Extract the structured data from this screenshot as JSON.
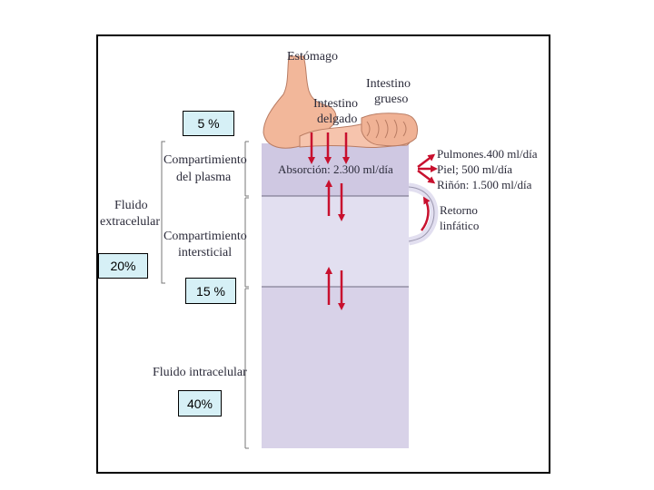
{
  "organs": {
    "stomach": "Estómago",
    "large_intestine_line1": "Intestino",
    "large_intestine_line2": "grueso",
    "small_intestine_line1": "Intestino",
    "small_intestine_line2": "delgado"
  },
  "compartments": {
    "plasma_line1": "Compartimiento",
    "plasma_line2": "del plasma",
    "interstitial_line1": "Compartimiento",
    "interstitial_line2": "intersticial",
    "extracellular_line1": "Fluido",
    "extracellular_line2": "extracelular",
    "intracellular": "Fluido intracelular"
  },
  "flows": {
    "absorption": "Absorción: 2.300 ml/día",
    "lungs": "Pulmones.400 ml/día",
    "skin": "Piel; 500 ml/día",
    "kidney": "Riñón: 1.500 ml/día",
    "return_line1": "Retorno",
    "return_line2": "linfático"
  },
  "percentages": {
    "plasma": "5 %",
    "extracellular": "20%",
    "interstitial": "15 %",
    "intracellular": "40%"
  },
  "colors": {
    "plasma_fill": "#cfc8e2",
    "interstitial_fill": "#e2dff0",
    "intracellular_fill": "#d8d2e8",
    "arrow": "#c8102e",
    "organ": "#f2b79a",
    "label_box": "#d6f0f6"
  }
}
